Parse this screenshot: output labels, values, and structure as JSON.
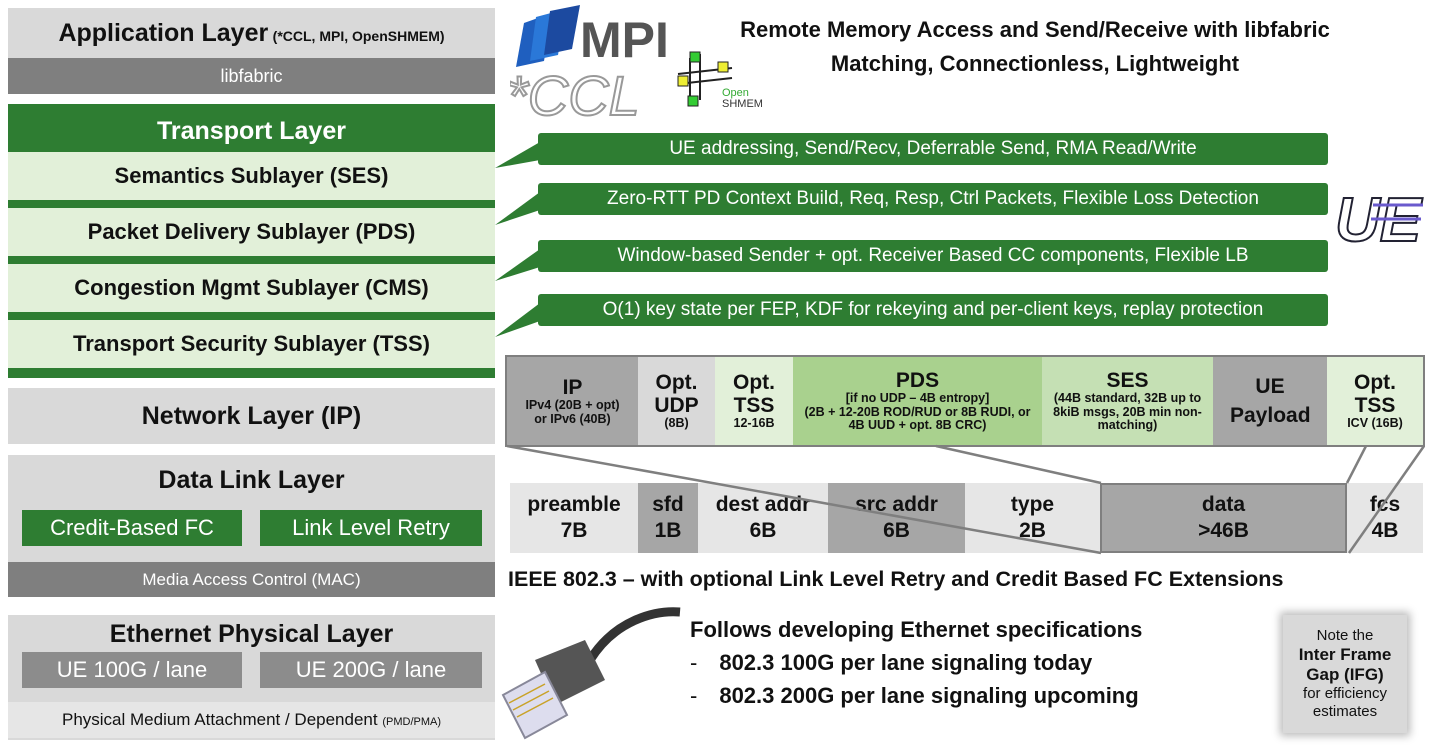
{
  "left": {
    "app_layer": "Application Layer",
    "app_layer_note": "(*CCL, MPI, OpenSHMEM)",
    "libfabric": "libfabric",
    "transport_layer": "Transport Layer",
    "sublayers": [
      "Semantics Sublayer (SES)",
      "Packet Delivery Sublayer (PDS)",
      "Congestion Mgmt Sublayer (CMS)",
      "Transport Security Sublayer (TSS)"
    ],
    "network_layer": "Network Layer (IP)",
    "data_link_layer": "Data Link Layer",
    "credit_fc": "Credit-Based FC",
    "link_retry": "Link Level Retry",
    "mac": "Media Access Control (MAC)",
    "phy_layer": "Ethernet Physical Layer",
    "lane100": "UE 100G / lane",
    "lane200": "UE 200G / lane",
    "pmd": "Physical Medium Attachment / Dependent",
    "pmd_note": "(PMD/PMA)"
  },
  "logos": {
    "mpi": "MPI",
    "ccl": "*CCL",
    "openshmem_open": "Open",
    "openshmem_shmem": "SHMEM",
    "ue": "UE"
  },
  "title": {
    "line1": "Remote Memory Access and Send/Receive with libfabric",
    "line2": "Matching, Connectionless, Lightweight"
  },
  "callouts": [
    "UE addressing, Send/Recv, Deferrable Send, RMA Read/Write",
    "Zero-RTT PD Context Build, Req, Resp, Ctrl Packets, Flexible Loss Detection",
    "Window-based Sender + opt. Receiver Based CC components, Flexible LB",
    "O(1) key state per FEP, KDF for rekeying and per-client keys, replay protection"
  ],
  "packet": [
    {
      "t": "IP",
      "s": "IPv4 (20B + opt) or IPv6 (40B)"
    },
    {
      "t": "Opt. UDP",
      "s": "(8B)"
    },
    {
      "t": "Opt. TSS",
      "s": "12-16B"
    },
    {
      "t": "PDS",
      "s1": "[if no UDP – 4B entropy]",
      "s": "(2B + 12-20B ROD/RUD or 8B RUDI, or 4B UUD + opt. 8B CRC)"
    },
    {
      "t": "SES",
      "s": "(44B standard, 32B up to 8kiB msgs, 20B min non-matching)"
    },
    {
      "t": "UE Payload",
      "s": ""
    },
    {
      "t": "Opt. TSS",
      "s": "ICV (16B)"
    }
  ],
  "frame": [
    {
      "n": "preamble",
      "v": "7B"
    },
    {
      "n": "sfd",
      "v": "1B"
    },
    {
      "n": "dest addr",
      "v": "6B"
    },
    {
      "n": "src addr",
      "v": "6B"
    },
    {
      "n": "type",
      "v": "2B"
    },
    {
      "n": "data",
      "v": ">46B"
    },
    {
      "n": "fcs",
      "v": "4B"
    }
  ],
  "ieee": "IEEE 802.3 – with optional Link Level Retry and Credit Based FC Extensions",
  "eth": {
    "heading": "Follows developing Ethernet specifications",
    "items": [
      "802.3 100G per lane signaling today",
      "802.3 200G per lane signaling upcoming"
    ],
    "dash": "-"
  },
  "note": {
    "l1": "Note the",
    "l2": "Inter Frame Gap (IFG)",
    "l3": "for efficiency estimates"
  }
}
